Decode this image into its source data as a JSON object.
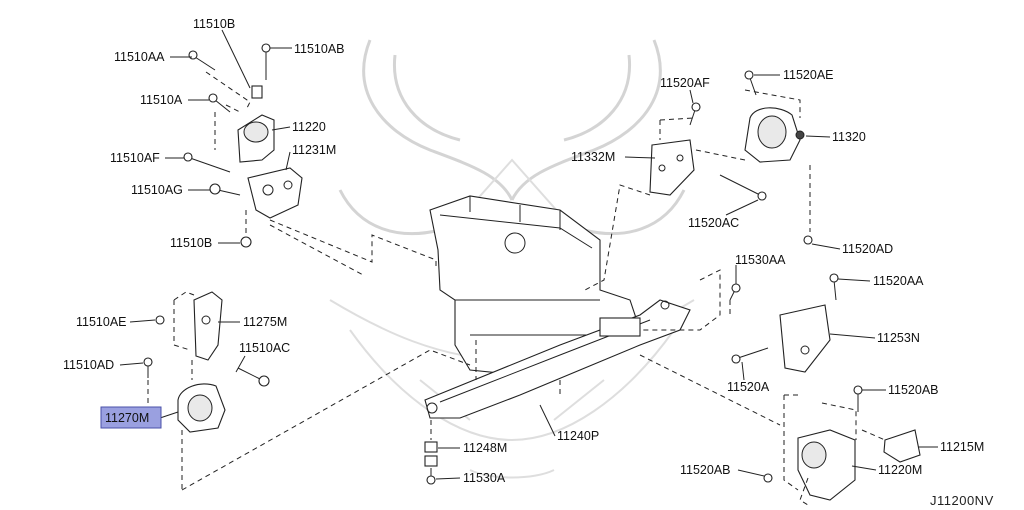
{
  "diagram": {
    "reference_code": "J11200NV",
    "highlighted_part": "11270M",
    "callouts": {
      "c11510B_top": "11510B",
      "c11510AA": "11510AA",
      "c11510AB": "11510AB",
      "c11510A": "11510A",
      "c11220": "11220",
      "c11231M": "11231M",
      "c11510AF": "11510AF",
      "c11510AG": "11510AG",
      "c11510B_bot": "11510B",
      "c11520AF": "11520AF",
      "c11520AE": "11520AE",
      "c11320": "11320",
      "c11332M": "11332M",
      "c11520AC": "11520AC",
      "c11520AD": "11520AD",
      "c11530AA": "11530AA",
      "c11520AA": "11520AA",
      "c11253N": "11253N",
      "c11520A": "11520A",
      "c11520AB_r": "11520AB",
      "c11215M": "11215M",
      "c11220M": "11220M",
      "c11520AB_b": "11520AB",
      "c11510AE": "11510AE",
      "c11275M": "11275M",
      "c11510AD": "11510AD",
      "c11510AC": "11510AC",
      "c11248M": "11248M",
      "c11530A": "11530A",
      "c11240P": "11240P"
    }
  },
  "colors": {
    "highlight_fill": "#9aa0e0",
    "highlight_border": "#4a50a8",
    "line": "#222222",
    "watermark": "#d4d4d4"
  }
}
